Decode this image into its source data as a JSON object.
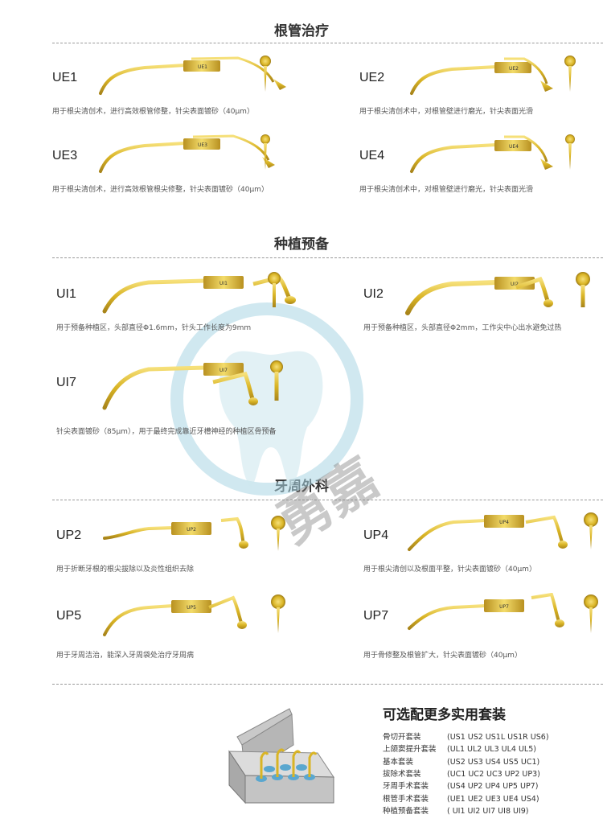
{
  "sections": {
    "endo": {
      "title": "根管治疗"
    },
    "implant": {
      "title": "种植预备"
    },
    "perio": {
      "title": "牙周外科"
    }
  },
  "tips": {
    "UE1": {
      "code": "UE1",
      "desc": "用于根尖清创术，进行高效根管修整，针尖表面镀砂（40μm）",
      "handle_label": "UE1"
    },
    "UE2": {
      "code": "UE2",
      "desc": "用于根尖清创术中，对根管壁进行磨光，针尖表面光滑",
      "handle_label": "UE2"
    },
    "UE3": {
      "code": "UE3",
      "desc": "用于根尖清创术，进行高效根管根尖修整，针尖表面镀砂（40μm）",
      "handle_label": "UE3"
    },
    "UE4": {
      "code": "UE4",
      "desc": "用于根尖清创术中，对根管壁进行磨光，针尖表面光滑",
      "handle_label": "UE4"
    },
    "UI1": {
      "code": "UI1",
      "desc": "用于预备种植区，头部直径Φ1.6mm，针头工作长度为9mm",
      "handle_label": "UI1"
    },
    "UI2": {
      "code": "UI2",
      "desc": "用于预备种植区，头部直径Φ2mm，工作尖中心出水避免过热",
      "handle_label": "UI2"
    },
    "UI7": {
      "code": "UI7",
      "desc": "针尖表面镀砂（85μm），用于最终完成靠近牙槽神经的种植区骨预备",
      "handle_label": "UI7"
    },
    "UP2": {
      "code": "UP2",
      "desc": "用于折断牙根的根尖拔除以及炎性组织去除",
      "handle_label": "UP2"
    },
    "UP4": {
      "code": "UP4",
      "desc": "用于根尖清创以及根面平整，针尖表面镀砂（40μm）",
      "handle_label": "UP4"
    },
    "UP5": {
      "code": "UP5",
      "desc": "用于牙周洁治，能深入牙周袋处治疗牙周病",
      "handle_label": "UP5"
    },
    "UP7": {
      "code": "UP7",
      "desc": "用于骨修整及根管扩大，针尖表面镀砂（40μm）",
      "handle_label": "UP7"
    }
  },
  "watermark": {
    "text": "勇嘉"
  },
  "kits": {
    "title": "可选配更多实用套装",
    "rows": [
      {
        "name": "骨切开套装",
        "items": "(US1 US2 US1L US1R US6)"
      },
      {
        "name": "上颌窦提升套装",
        "items": "(UL1 UL2 UL3 UL4 UL5)"
      },
      {
        "name": "基本套装",
        "items": "(US2 US3 US4 US5 UC1)"
      },
      {
        "name": "拔除术套装",
        "items": "(UC1 UC2 UC3 UP2 UP3)"
      },
      {
        "name": "牙周手术套装",
        "items": "(US4 UP2 UP4 UP5 UP7)"
      },
      {
        "name": "根管手术套装",
        "items": "(UE1 UE2 UE3 UE4 US4)"
      },
      {
        "name": "种植预备套装",
        "items": "( UI1 UI2 UI7 UI8 UI9)"
      }
    ]
  },
  "colors": {
    "gold": "#d9b425",
    "gold_dark": "#a8841a",
    "gold_light": "#f3dc6a",
    "dash": "#9a9a9a",
    "watermark_blue": "#a9d6e3"
  }
}
